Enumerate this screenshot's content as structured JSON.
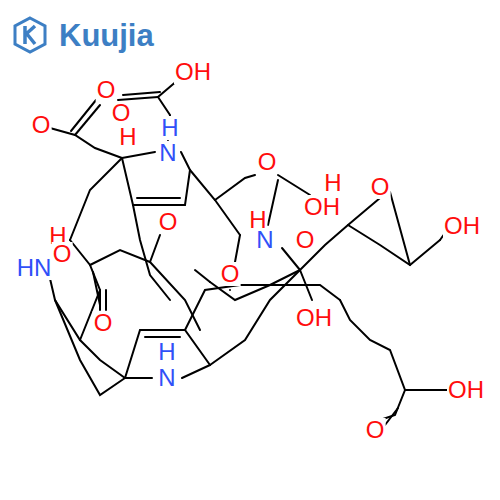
{
  "diagram": {
    "labels": [
      "Kuujia",
      "OH",
      "O",
      "O",
      "H",
      "H",
      "N",
      "O",
      "O",
      "H",
      "OH",
      "O",
      "OH",
      "H",
      "N",
      "O",
      "O",
      "H",
      "O",
      "HN",
      "O",
      "O",
      "OH",
      "H",
      "N",
      "OH",
      "O"
    ]
  }
}
